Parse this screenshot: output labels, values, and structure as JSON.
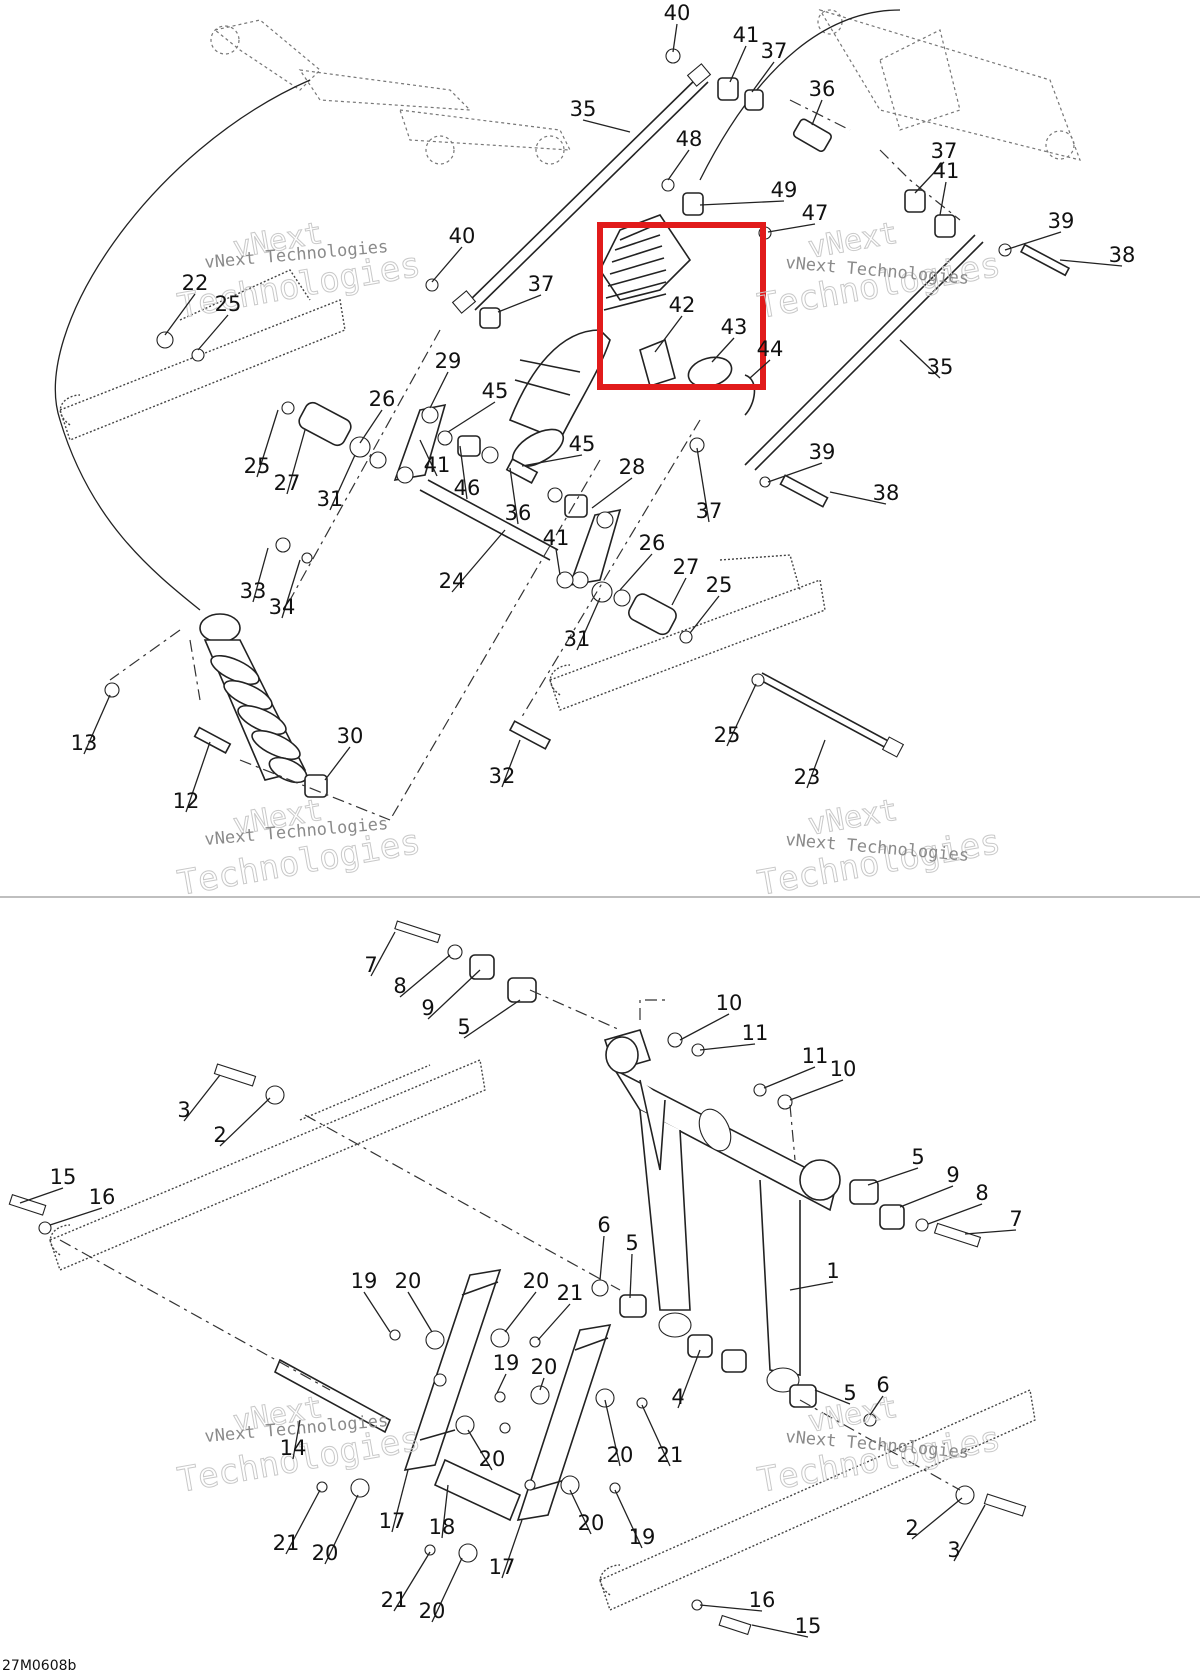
{
  "figure": {
    "drawing_code": "27M0608b",
    "watermark_line1": "vNext",
    "watermark_line2": "Technologies",
    "watermark_small": "vNext Technologies"
  },
  "callouts_top": [
    "40",
    "41",
    "37",
    "35",
    "36",
    "48",
    "49",
    "47",
    "40",
    "37",
    "22",
    "25",
    "42",
    "43",
    "44",
    "45",
    "26",
    "29",
    "45",
    "41",
    "46",
    "36",
    "28",
    "25",
    "27",
    "31",
    "33",
    "34",
    "24",
    "41",
    "26",
    "27",
    "25",
    "31",
    "13",
    "30",
    "12",
    "32",
    "25",
    "23",
    "37",
    "41",
    "39",
    "38",
    "35",
    "39",
    "38",
    "37"
  ],
  "callouts_bottom": [
    "7",
    "8",
    "9",
    "5",
    "10",
    "11",
    "11",
    "10",
    "3",
    "2",
    "15",
    "16",
    "5",
    "9",
    "8",
    "7",
    "1",
    "6",
    "5",
    "19",
    "20",
    "20",
    "21",
    "19",
    "20",
    "4",
    "5",
    "6",
    "14",
    "20",
    "21",
    "20",
    "17",
    "18",
    "21",
    "20",
    "20",
    "19",
    "2",
    "3",
    "17",
    "21",
    "20",
    "16",
    "15"
  ],
  "colors": {
    "highlight": "#e11b1b",
    "line": "#222222"
  }
}
